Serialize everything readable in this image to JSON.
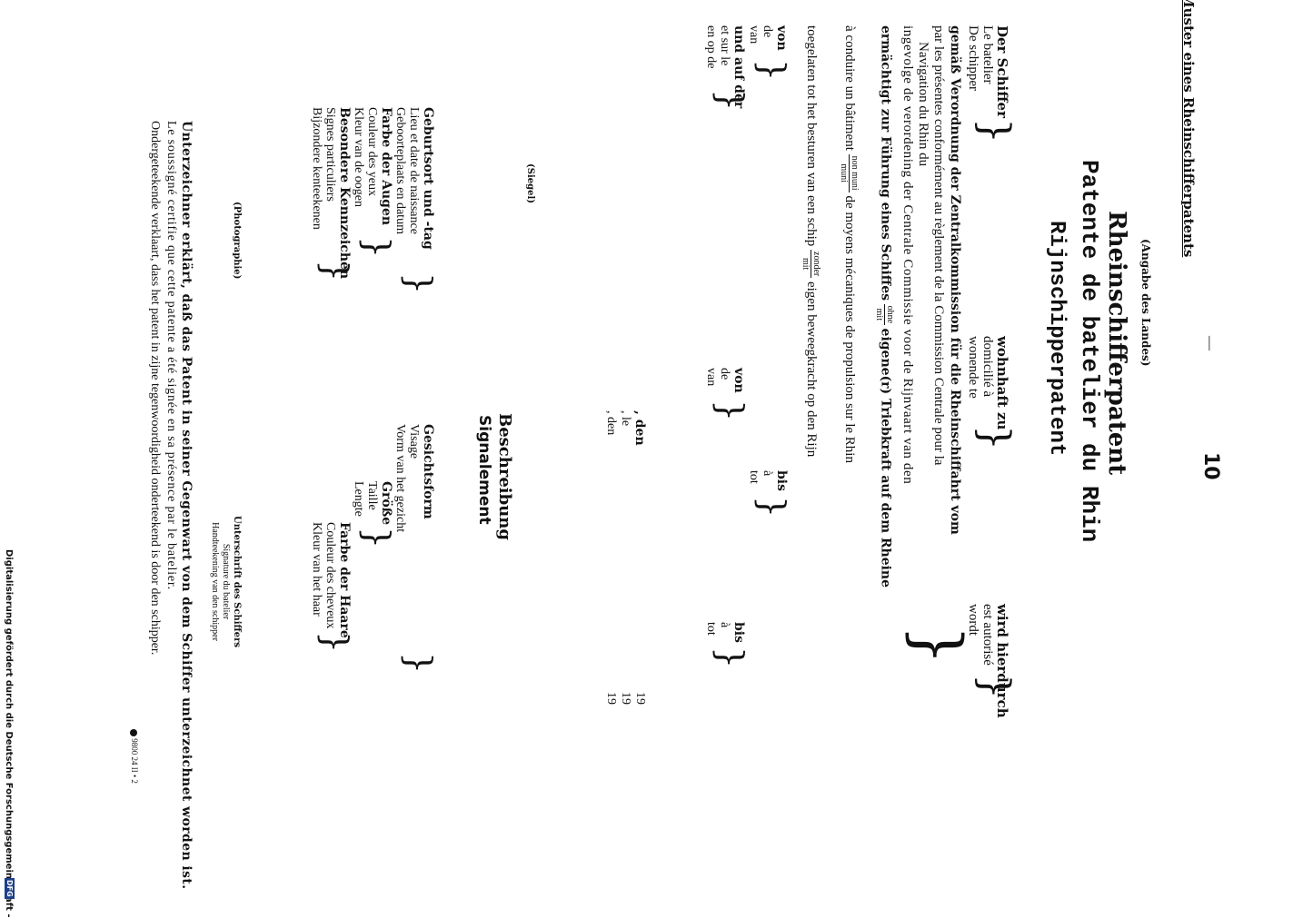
{
  "header": {
    "page_number": "10",
    "dash": "—",
    "model_title": "Muster eines Rheinschifferpatents"
  },
  "title": {
    "country_note": "(Angabe des Landes)",
    "line_de": "Rheinschifferpatent",
    "line_fr": "Patente de batelier du Rhin",
    "line_nl": "Rijnschipperpatent"
  },
  "holder": {
    "labels": [
      "Der Schiffer",
      "Le batelier",
      "De schipper"
    ],
    "residence": [
      "wohnhaft zu",
      "domicilié à",
      "wonende te"
    ],
    "authorized": [
      "wird hierdurch",
      "est autorisé",
      "wordt"
    ]
  },
  "regulation": {
    "de": "gemäß Verordnung der Zentralkommission für die Rheinschiffahrt vom",
    "fr1": "par les présentes conformément au règlement de la Commission Centrale pour la",
    "fr2": "Navigation du Rhin du",
    "nl": "ingevolge de verordening der Centrale Commissie voor de Rijnvaart van den"
  },
  "authorization": {
    "de_start": "ermächtigt zur Führung eines Schiffes",
    "frac_de_top": "ohne",
    "frac_de_bottom": "mit",
    "de_end": "eigene(r) Triebkraft auf dem Rheine",
    "fr_start": "à conduire un bâtiment",
    "frac_fr_top": "non muni",
    "frac_fr_bottom": "muni",
    "fr_end": "de moyens mécaniques de propulsion sur le Rhin",
    "nl_start": "toegelaten tot het besturen van een schip",
    "frac_nl_top": "zonder",
    "frac_nl_bottom": "mit",
    "nl_end": "eigen beweegkracht op den Rijn"
  },
  "route": {
    "von": [
      "von",
      "de",
      "van"
    ],
    "bis1": [
      "bis",
      "à",
      "tot"
    ],
    "von2": [
      "von",
      "de",
      "van"
    ],
    "bis2": [
      "bis",
      "à",
      "tot"
    ],
    "und_auf": [
      "und auf der",
      "et sur le",
      "en op de"
    ]
  },
  "dates": {
    "den": ", den",
    "le": ", le",
    "den2": ", den",
    "year_de": "19",
    "year_fr": "19",
    "year_nl": "19"
  },
  "seal": "(Siegel)",
  "photo": "(Photographie)",
  "description": {
    "heading_de": "Beschreibung",
    "heading_fr": "Signalement",
    "birth": [
      "Geburtsort und -tag",
      "Lieu et date de naissance",
      "Geboorteplaats en datum"
    ],
    "face": [
      "Gesichtsform",
      "Visage",
      "Vorm van het gezicht"
    ],
    "eyes": [
      "Farbe der Augen",
      "Couleur des yeux",
      "Kleur van de oogen"
    ],
    "size": [
      "Größe",
      "Taille",
      "Lengte"
    ],
    "hair": [
      "Farbe der Haare",
      "Couleur des cheveux",
      "Kleur van het haar"
    ],
    "marks": [
      "Besondere Kennzeichen",
      "Signes particuliers",
      "Bijzondere kenteekenen"
    ]
  },
  "signature": {
    "de": "Unterschrift des Schiffers",
    "fr": "Signature du batelier",
    "nl": "Handteekening van den schipper"
  },
  "footer": {
    "de": "Unterzeichner erklärt, daß das Patent in seiner Gegenwart von dem Schiffer unterzeichnet worden ist.",
    "fr": "Le soussigné certifie que cette patente a été signée en sa présence par le batelier.",
    "nl": "Ondergeteekende verklaart, dass het patent in zijne tegenwoordigheid onderteekend is door den schipper."
  },
  "printer_mark": "9800  24  II • 2",
  "digitization_note": "Digitalisierung gefördert durch die Deutsche Forschungsgemeinschaft -",
  "dfg_logo": "DFG"
}
